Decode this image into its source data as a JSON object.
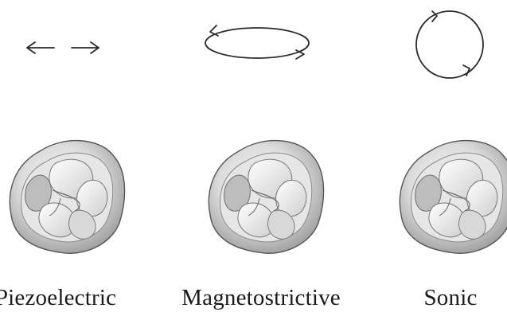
{
  "panels": [
    {
      "label": "Piezoelectric",
      "motion": "linear"
    },
    {
      "label": "Magnetostrictive",
      "motion": "elliptical"
    },
    {
      "label": "Sonic",
      "motion": "circular"
    }
  ],
  "colors": {
    "line": "#2a2a2a",
    "text": "#1a1a1a",
    "tooth_light": "#f4f4f4",
    "tooth_mid": "#c9c9c9",
    "tooth_dark": "#7a7a7a",
    "tooth_outline": "#555555"
  },
  "icons": [
    "double-arrow-icon",
    "ellipse-arrow-icon",
    "circle-arrow-icon",
    "molar-tooth-icon"
  ]
}
